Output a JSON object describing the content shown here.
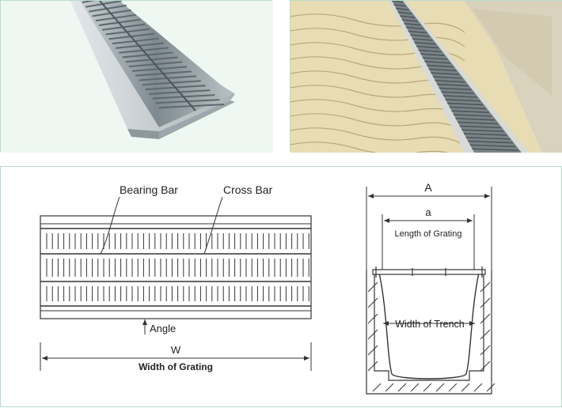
{
  "photos": {
    "left": {
      "icon": "grating-product-photo"
    },
    "right": {
      "icon": "trench-installation-photo"
    }
  },
  "plan_view": {
    "bearing_bar_label": "Bearing Bar",
    "cross_bar_label": "Cross Bar",
    "angle_label": "Angle",
    "w_label": "W",
    "width_label": "Width of Grating"
  },
  "section_view": {
    "a_upper_label": "A",
    "a_lower_label": "a",
    "length_label": "Length of Grating",
    "trench_label": "Width of Trench"
  },
  "colors": {
    "panel_border": "#b9dccb",
    "panel_fill": "#eef7f2",
    "steel": "#9aa3a8",
    "line": "#333333"
  }
}
